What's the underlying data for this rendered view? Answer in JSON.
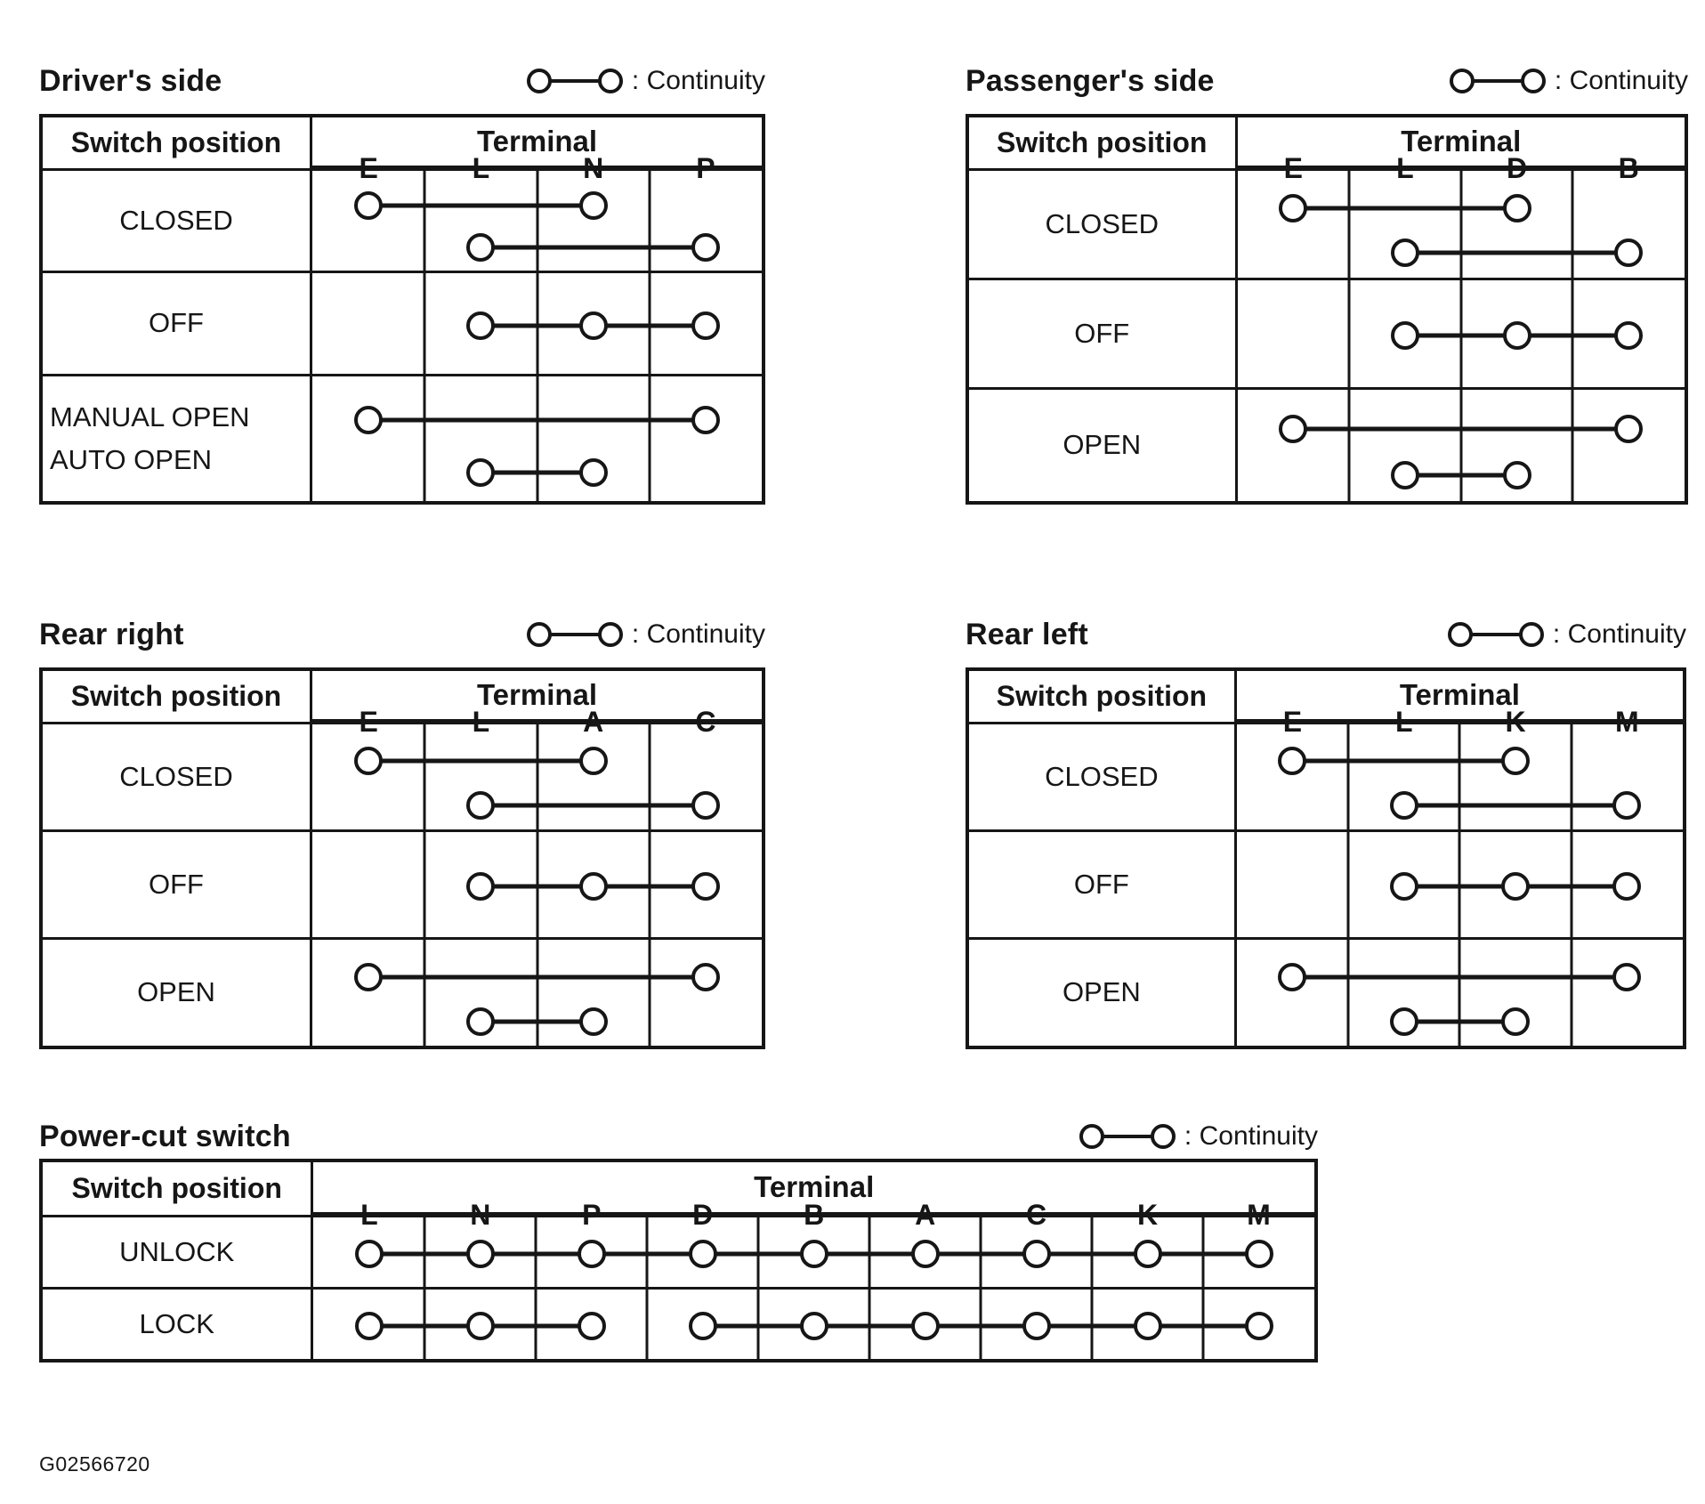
{
  "page": {
    "figure_id": "G02566720"
  },
  "legend": {
    "label": ": Continuity"
  },
  "shared": {
    "switch_position_header": "Switch position",
    "terminal_header": "Terminal"
  },
  "tables": [
    {
      "id": "drivers-side",
      "title": "Driver's side",
      "terminals": [
        "E",
        "L",
        "N",
        "P"
      ],
      "rows": [
        {
          "label_lines": [
            "CLOSED"
          ],
          "connections": [
            {
              "slot": "top",
              "chain": [
                "E",
                "N"
              ]
            },
            {
              "slot": "bottom",
              "chain": [
                "L",
                "P"
              ]
            }
          ]
        },
        {
          "label_lines": [
            "OFF"
          ],
          "connections": [
            {
              "slot": "middle",
              "chain": [
                "L",
                "N",
                "P"
              ]
            }
          ]
        },
        {
          "label_lines": [
            "MANUAL OPEN",
            "AUTO OPEN"
          ],
          "label_align": "left",
          "connections": [
            {
              "slot": "top",
              "chain": [
                "E",
                "P"
              ]
            },
            {
              "slot": "bottom",
              "chain": [
                "L",
                "N"
              ]
            }
          ]
        }
      ]
    },
    {
      "id": "passengers-side",
      "title": "Passenger's side",
      "terminals": [
        "E",
        "L",
        "D",
        "B"
      ],
      "rows": [
        {
          "label_lines": [
            "CLOSED"
          ],
          "connections": [
            {
              "slot": "top",
              "chain": [
                "E",
                "D"
              ]
            },
            {
              "slot": "bottom",
              "chain": [
                "L",
                "B"
              ]
            }
          ]
        },
        {
          "label_lines": [
            "OFF"
          ],
          "connections": [
            {
              "slot": "middle",
              "chain": [
                "L",
                "D",
                "B"
              ]
            }
          ]
        },
        {
          "label_lines": [
            "OPEN"
          ],
          "connections": [
            {
              "slot": "top",
              "chain": [
                "E",
                "B"
              ]
            },
            {
              "slot": "bottom",
              "chain": [
                "L",
                "D"
              ]
            }
          ]
        }
      ]
    },
    {
      "id": "rear-right",
      "title": "Rear right",
      "terminals": [
        "E",
        "L",
        "A",
        "C"
      ],
      "rows": [
        {
          "label_lines": [
            "CLOSED"
          ],
          "connections": [
            {
              "slot": "top",
              "chain": [
                "E",
                "A"
              ]
            },
            {
              "slot": "bottom",
              "chain": [
                "L",
                "C"
              ]
            }
          ]
        },
        {
          "label_lines": [
            "OFF"
          ],
          "connections": [
            {
              "slot": "middle",
              "chain": [
                "L",
                "A",
                "C"
              ]
            }
          ]
        },
        {
          "label_lines": [
            "OPEN"
          ],
          "connections": [
            {
              "slot": "top",
              "chain": [
                "E",
                "C"
              ]
            },
            {
              "slot": "bottom",
              "chain": [
                "L",
                "A"
              ]
            }
          ]
        }
      ]
    },
    {
      "id": "rear-left",
      "title": "Rear left",
      "terminals": [
        "E",
        "L",
        "K",
        "M"
      ],
      "rows": [
        {
          "label_lines": [
            "CLOSED"
          ],
          "connections": [
            {
              "slot": "top",
              "chain": [
                "E",
                "K"
              ]
            },
            {
              "slot": "bottom",
              "chain": [
                "L",
                "M"
              ]
            }
          ]
        },
        {
          "label_lines": [
            "OFF"
          ],
          "connections": [
            {
              "slot": "middle",
              "chain": [
                "L",
                "K",
                "M"
              ]
            }
          ]
        },
        {
          "label_lines": [
            "OPEN"
          ],
          "connections": [
            {
              "slot": "top",
              "chain": [
                "E",
                "M"
              ]
            },
            {
              "slot": "bottom",
              "chain": [
                "L",
                "K"
              ]
            }
          ]
        }
      ]
    },
    {
      "id": "power-cut-switch",
      "title": "Power-cut switch",
      "terminals": [
        "L",
        "N",
        "P",
        "D",
        "B",
        "A",
        "C",
        "K",
        "M"
      ],
      "rows": [
        {
          "label_lines": [
            "UNLOCK"
          ],
          "connections": [
            {
              "slot": "middle",
              "chain": [
                "L",
                "N",
                "P",
                "D",
                "B",
                "A",
                "C",
                "K",
                "M"
              ]
            }
          ]
        },
        {
          "label_lines": [
            "LOCK"
          ],
          "connections": [
            {
              "slot": "middle",
              "chain": [
                "L",
                "N",
                "P"
              ]
            },
            {
              "slot": "middle",
              "chain": [
                "D",
                "B",
                "A",
                "C",
                "K",
                "M"
              ]
            }
          ]
        }
      ]
    }
  ]
}
